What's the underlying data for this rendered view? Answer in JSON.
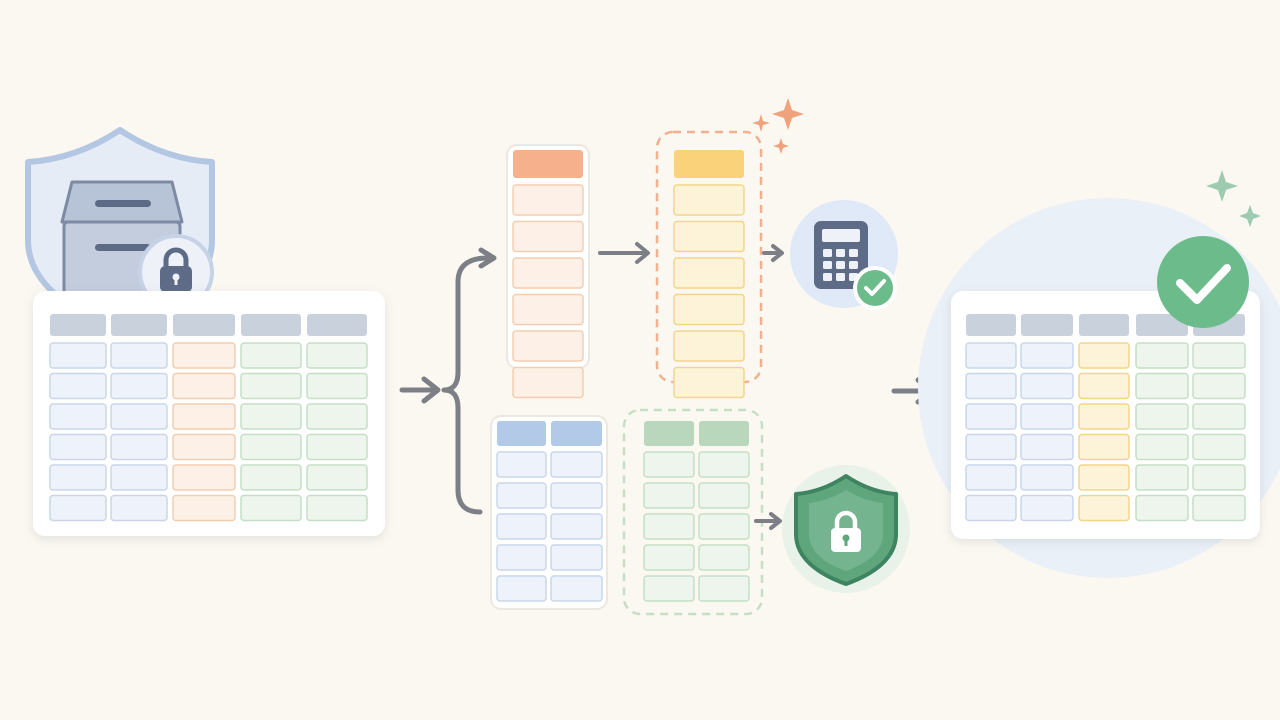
{
  "canvas": {
    "background": "#fbf8f1"
  },
  "colors": {
    "header_gray": "#c9d1dc",
    "cell_blue_fill": "#eef3fb",
    "cell_blue_stroke": "#c9d6ea",
    "cell_orange_fill": "#fdf0e6",
    "cell_orange_stroke": "#f3cdb0",
    "orange_header": "#f7b08c",
    "cell_yellow_fill": "#fdf3d8",
    "cell_yellow_stroke": "#f3d58a",
    "yellow_header": "#f9d27a",
    "cell_green_fill": "#edf5ec",
    "cell_green_stroke": "#c5dfc6",
    "green_header": "#b8d7bd",
    "blue_header": "#b3c9e8",
    "arrow": "#7c7f86",
    "shield_green": "#5fa67d",
    "check_green": "#6cbb8a",
    "calculator_slate": "#5d6b86",
    "lock_slate": "#5d6b86",
    "sparkle_orange": "#f0a27c",
    "sparkle_green": "#9ccbb0"
  },
  "icons": [
    "shield-icon",
    "archive-box-icon",
    "lock-icon",
    "calculator-icon",
    "check-badge-icon",
    "shield-lock-icon",
    "sparkle-icon",
    "arrow-right-icon",
    "curly-brace-icon"
  ],
  "stages": [
    "source-table",
    "split-columns",
    "transformed-columns",
    "validated-table"
  ],
  "tables": {
    "source": {
      "columns": 5,
      "rows": 6,
      "column_tints": [
        "blue",
        "blue",
        "orange",
        "green",
        "green"
      ]
    },
    "orange_column": {
      "columns": 1,
      "rows": 6
    },
    "yellow_column": {
      "columns": 1,
      "rows": 6
    },
    "blue_columns": {
      "columns": 2,
      "rows": 5
    },
    "green_columns": {
      "columns": 2,
      "rows": 5
    },
    "result": {
      "columns": 5,
      "rows": 6,
      "column_tints": [
        "blue",
        "blue",
        "yellow",
        "green",
        "green"
      ]
    }
  }
}
